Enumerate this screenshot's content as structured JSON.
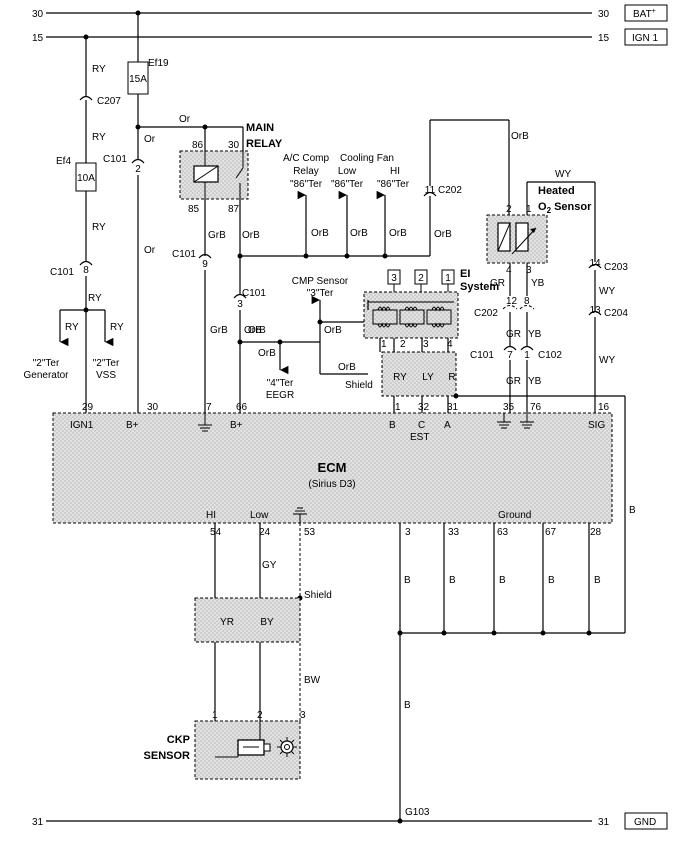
{
  "rails": {
    "bat": {
      "num_left": "30",
      "num_right": "30",
      "label": "BAT",
      "sup": "+"
    },
    "ign1": {
      "num_left": "15",
      "num_right": "15",
      "label": "IGN 1"
    },
    "gnd": {
      "num_left": "31",
      "num_right": "31",
      "label": "GND"
    }
  },
  "fuses": {
    "ef19": {
      "name": "Ef19",
      "rating": "15A"
    },
    "ef4": {
      "name": "Ef4",
      "rating": "10A"
    }
  },
  "connectors": {
    "c207": "C207",
    "c101a": "C101",
    "c101a_pin": "2",
    "c101b": "C101",
    "c101b_pin": "8",
    "c101c": "C101",
    "c101c_pin": "9",
    "c101d": "C101",
    "c101d_pin": "3",
    "c202a": "C202",
    "c202a_pin": "11",
    "c202b": "C202",
    "c202b_p1": "12",
    "c202b_p2": "8",
    "c101e": "C101",
    "c101e_pin": "7",
    "c102": "C102",
    "c102_pin": "1",
    "c203": "C203",
    "c203_pin": "14",
    "c204": "C204",
    "c204_pin": "13",
    "g103": "G103"
  },
  "wires": {
    "ry": "RY",
    "or": "Or",
    "orb": "OrB",
    "grb": "GrB",
    "wy": "WY",
    "gr": "GR",
    "yb": "YB",
    "ly": "LY",
    "r": "R",
    "gy": "GY",
    "bw": "BW",
    "b": "B",
    "yr": "YR",
    "by": "BY",
    "shield": "Shield"
  },
  "relay": {
    "title1": "MAIN",
    "title2": "RELAY",
    "p86": "86",
    "p30": "30",
    "p85": "85",
    "p87": "87"
  },
  "refs": {
    "ac1": "A/C Comp",
    "ac2": "Relay",
    "ac3": "\"86\"Ter",
    "cf1": "Cooling Fan",
    "cf2": "Low",
    "cf3": "\"86\"Ter",
    "hi1": "HI",
    "hi2": "\"86\"Ter",
    "cmp1": "CMP Sensor",
    "cmp2": "\"3\"Ter",
    "eegr1": "\"4\"Ter",
    "eegr2": "EEGR",
    "gen1": "\"2\"Ter",
    "gen2": "Generator",
    "vss1": "\"2\"Ter",
    "vss2": "VSS"
  },
  "o2": {
    "title1": "Heated",
    "title2": "O",
    "sub": "2",
    "title3": " Sensor",
    "p1": "1",
    "p2": "2",
    "p3": "3",
    "p4": "4"
  },
  "ei": {
    "title1": "EI",
    "title2": "System",
    "c1": "3",
    "c2": "2",
    "c3": "1",
    "p1": "1",
    "p2": "2",
    "p3": "3",
    "p4": "4",
    "shield": "Shield"
  },
  "ecm": {
    "title": "ECM",
    "subtitle": "(Sirius D3)",
    "top_pins": [
      "29",
      "30",
      "7",
      "66",
      "1",
      "32",
      "31",
      "35",
      "76",
      "16"
    ],
    "top_labels": {
      "ign1": "IGN1",
      "bplus1": "B+",
      "bplus2": "B+",
      "b": "B",
      "c": "C",
      "est": "EST",
      "a": "A",
      "sig": "SIG"
    },
    "bottom_labels": {
      "hi": "HI",
      "low": "Low",
      "ground": "Ground"
    },
    "bottom_pins": [
      "54",
      "24",
      "53",
      "3",
      "33",
      "63",
      "67",
      "28"
    ]
  },
  "ckp": {
    "title1": "CKP",
    "title2": "SENSOR",
    "p1": "1",
    "p2": "2",
    "p3": "3"
  }
}
